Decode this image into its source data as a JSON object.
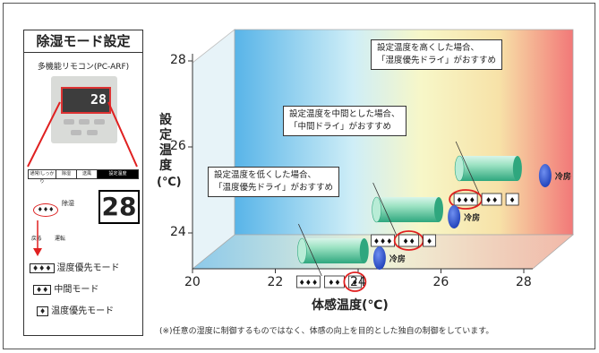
{
  "left_panel": {
    "title": "除湿モード設定",
    "remote_label": "多機能リモコン(PC-ARF)",
    "remote_screen_value": "28",
    "lcd_tabs": [
      "通常/しっかり",
      "除湿",
      "送風",
      "設定温度"
    ],
    "lcd_value": "28",
    "lcd_mode_label": "除湿",
    "lcd_bottom_left": "戻る",
    "lcd_bottom_right": "運転",
    "legend": [
      {
        "icon": "♦♦♦",
        "text": "湿度優先モード"
      },
      {
        "icon": "♦♦",
        "text": "中間モード"
      },
      {
        "icon": "♦",
        "text": "温度優先モード"
      }
    ]
  },
  "chart": {
    "ylabel": "設定温度",
    "yunit": "(℃)",
    "xlabel": "体感温度(℃)",
    "callouts": [
      {
        "line1": "設定温度を低くした場合、",
        "line2": "「温度優先ドライ」がおすすめ"
      },
      {
        "line1": "設定温度を中間とした場合、",
        "line2": "「中間ドライ」がおすすめ"
      },
      {
        "line1": "設定温度を高くした場合、",
        "line2": "「湿度優先ドライ」がおすすめ"
      }
    ],
    "cooling_label": "冷房",
    "mode_icons": [
      "♦♦♦",
      "♦♦",
      "♦"
    ],
    "note": "(※)任意の湿度に制御するものではなく、体感の向上を目的とした独自の制御をしています。"
  },
  "chart_data": {
    "type": "other",
    "xlabel": "体感温度(℃)",
    "ylabel": "設定温度(℃)",
    "x_ticks": [
      20,
      22,
      24,
      26,
      28
    ],
    "y_ticks": [
      24,
      26,
      28
    ],
    "xlim": [
      20,
      28
    ],
    "ylim": [
      23,
      28
    ],
    "drying_ranges": [
      {
        "set_temp": 24,
        "x_start": 22.3,
        "x_end": 23.8,
        "recommended": "♦"
      },
      {
        "set_temp": 25,
        "x_start": 24.1,
        "x_end": 25.6,
        "recommended": "♦♦"
      },
      {
        "set_temp": 26,
        "x_start": 26.1,
        "x_end": 27.5,
        "recommended": "♦♦♦"
      }
    ],
    "cooling_points": [
      {
        "set_temp": 24,
        "x": 24.3
      },
      {
        "set_temp": 25,
        "x": 26.1
      },
      {
        "set_temp": 26,
        "x": 28.3
      }
    ],
    "colors": {
      "cool": "#5ab4e6",
      "mid": "#f5f5c0",
      "warm": "#f07a7a",
      "cylinder": "#35b68a",
      "highlight": "#e02020"
    }
  }
}
